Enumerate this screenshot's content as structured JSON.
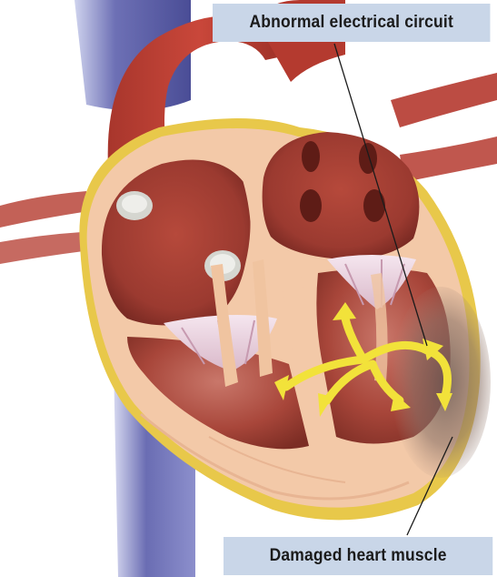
{
  "labels": {
    "top": "Abnormal electrical circuit",
    "bottom": "Damaged heart muscle"
  },
  "colors": {
    "label_background": "#c9d6e8",
    "arrow": "#f2e23a",
    "myocardium": "#f3c9a8",
    "chamber": "#9b3a30",
    "pericardium": "#e8c84a",
    "vein": "#5b5fa8",
    "damaged_tissue": "#7b6a63"
  },
  "icons": [
    "arrow-icon",
    "leader-line"
  ]
}
